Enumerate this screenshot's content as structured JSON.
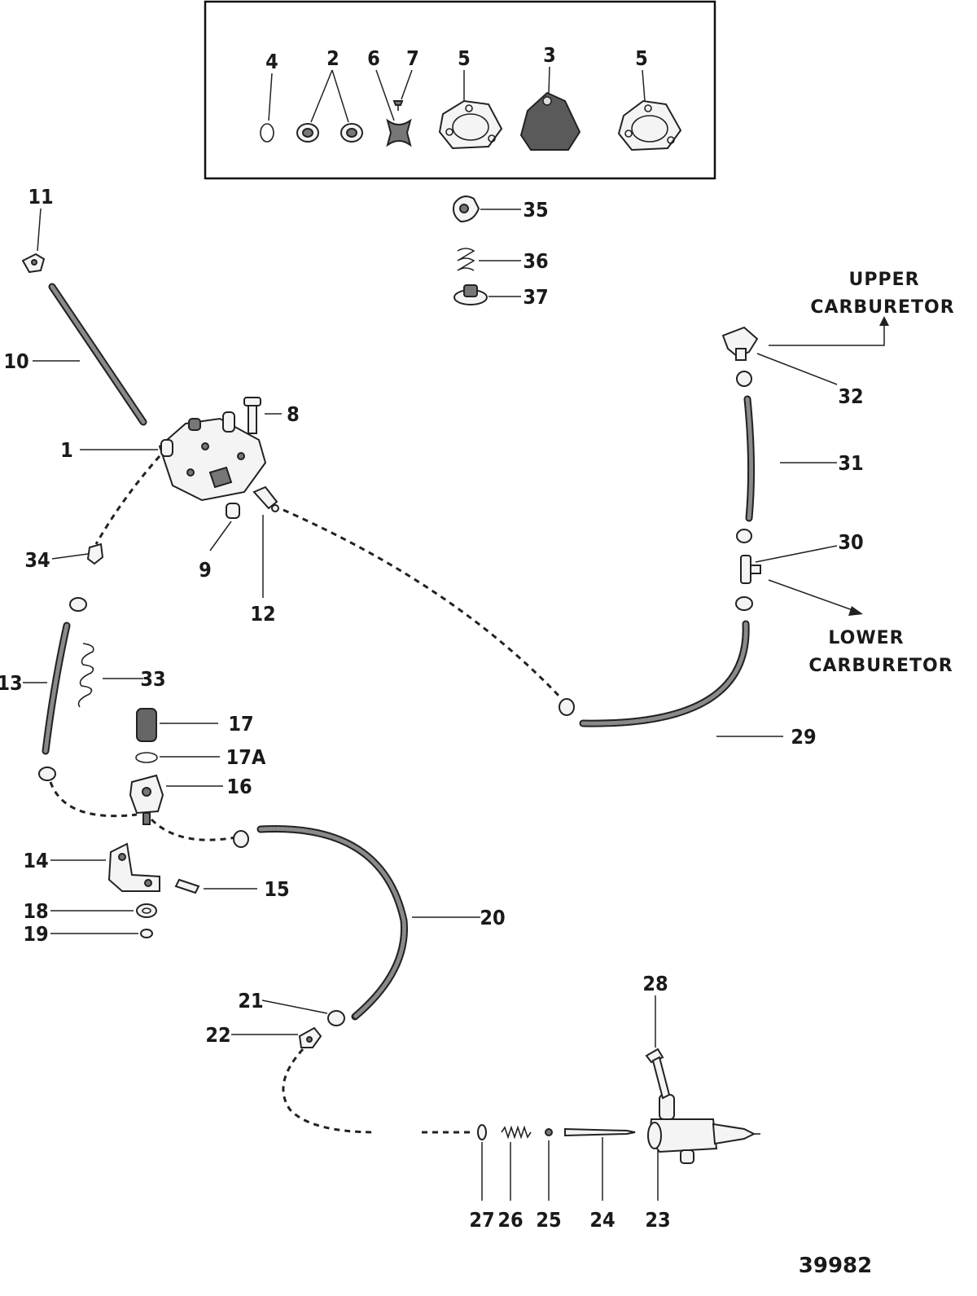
{
  "diagram": {
    "drawing_number": "39982",
    "labels": {
      "upper_carburetor": [
        "UPPER",
        "CARBURETOR"
      ],
      "lower_carburetor": [
        "LOWER",
        "CARBURETOR"
      ]
    },
    "callouts": {
      "c1": "1",
      "c2": "2",
      "c3": "3",
      "c4": "4",
      "c5a": "5",
      "c5b": "5",
      "c6": "6",
      "c7": "7",
      "c8": "8",
      "c9": "9",
      "c10": "10",
      "c11": "11",
      "c12": "12",
      "c13": "13",
      "c14": "14",
      "c15": "15",
      "c16": "16",
      "c17": "17",
      "c17a": "17A",
      "c18": "18",
      "c19": "19",
      "c20": "20",
      "c21": "21",
      "c22": "22",
      "c23": "23",
      "c24": "24",
      "c25": "25",
      "c26": "26",
      "c27": "27",
      "c28": "28",
      "c29": "29",
      "c30": "30",
      "c31": "31",
      "c32": "32",
      "c33": "33",
      "c34": "34",
      "c35": "35",
      "c36": "36",
      "c37": "37"
    }
  }
}
